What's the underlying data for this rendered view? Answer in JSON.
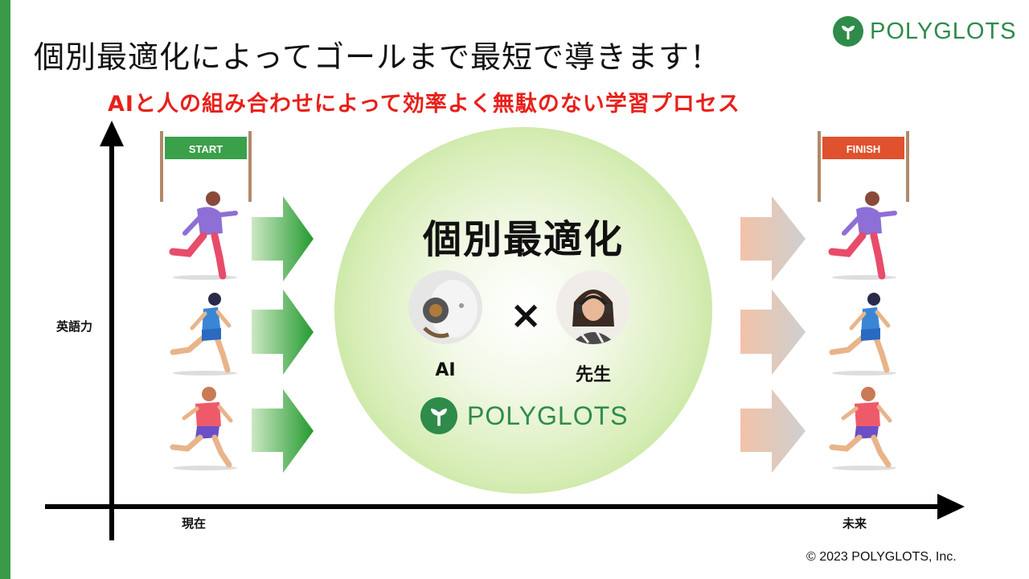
{
  "title": "個別最適化によってゴールまで最短で導きます！",
  "subtitle": "AIと人の組み合わせによって効率よく無駄のない学習プロセス",
  "brand": {
    "name": "POLYGLOTS",
    "color": "#2e8b4a",
    "icon": "polyglots-leaf-icon"
  },
  "axes": {
    "y_label": "英語力",
    "x_start": "現在",
    "x_end": "未来"
  },
  "banners": {
    "start": "START",
    "finish": "FINISH",
    "start_color": "#3aa04a",
    "finish_color": "#e0512d"
  },
  "center": {
    "title": "個別最適化",
    "left_label": "AI",
    "right_label": "先生",
    "operator": "×"
  },
  "copyright": "© 2023 POLYGLOTS, Inc.",
  "colors": {
    "accent_red": "#e8201a",
    "green_arrow": "#2e9a3a",
    "peach_arrow": "#e8b49a",
    "side_bar": "#3a9a4a"
  },
  "runners": [
    "runner-purple-shirt",
    "runner-blue-outfit",
    "runner-red-shirt"
  ]
}
